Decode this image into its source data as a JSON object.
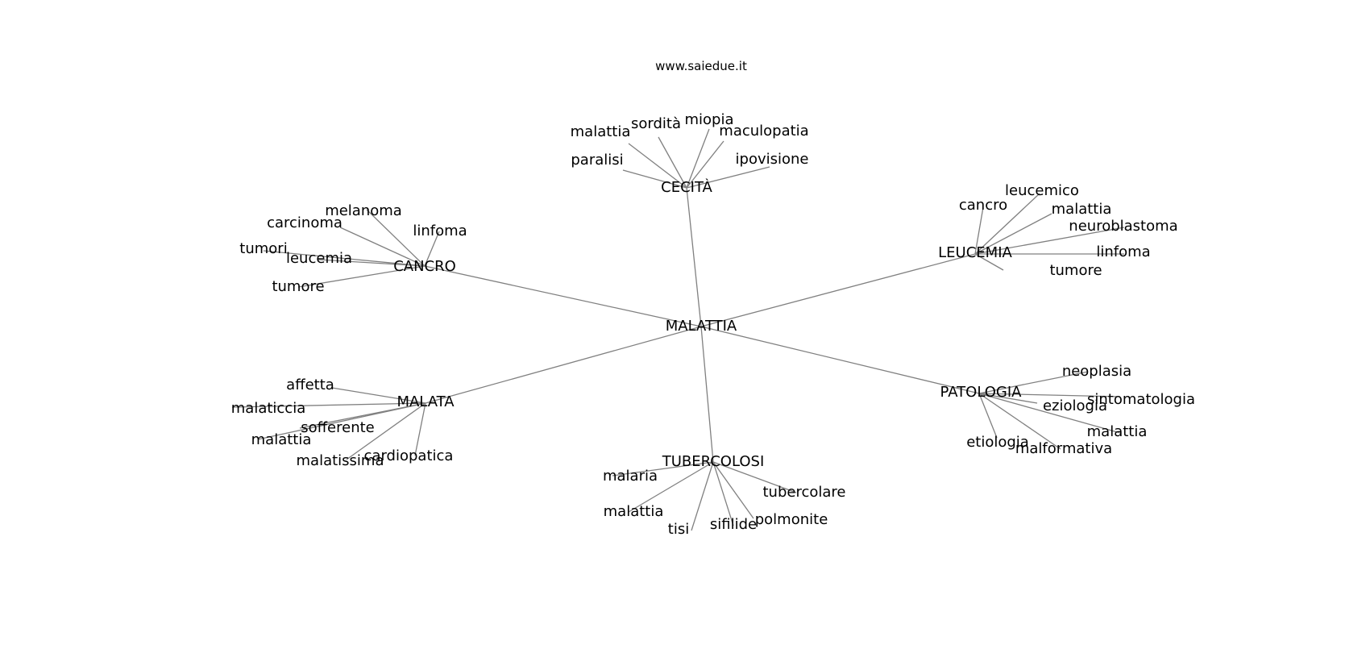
{
  "site": "www.saiedue.it",
  "root": "MALATTIA",
  "clusters": [
    {
      "id": "cecita",
      "label": "CECITÀ",
      "leaves": [
        "malattia",
        "sordità",
        "miopia",
        "maculopatia",
        "paralisi",
        "ipovisione"
      ]
    },
    {
      "id": "cancro",
      "label": "CANCRO",
      "leaves": [
        "melanoma",
        "carcinoma",
        "linfoma",
        "tumori",
        "leucemia",
        "tumore"
      ]
    },
    {
      "id": "leucemia",
      "label": "LEUCEMIA",
      "leaves": [
        "leucemico",
        "cancro",
        "malattia",
        "neuroblastoma",
        "linfoma",
        "tumore"
      ]
    },
    {
      "id": "malata",
      "label": "MALATA",
      "leaves": [
        "affetta",
        "malaticcia",
        "sofferente",
        "malattia",
        "malatissima",
        "cardiopatica"
      ]
    },
    {
      "id": "patologia",
      "label": "PATOLOGIA",
      "leaves": [
        "neoplasia",
        "sintomatologia",
        "eziologia",
        "malattia",
        "etiologia",
        "malformativa"
      ]
    },
    {
      "id": "tubercolosi",
      "label": "TUBERCOLOSI",
      "leaves": [
        "malaria",
        "tubercolare",
        "malattia",
        "polmonite",
        "sifilide",
        "tisi"
      ]
    }
  ]
}
